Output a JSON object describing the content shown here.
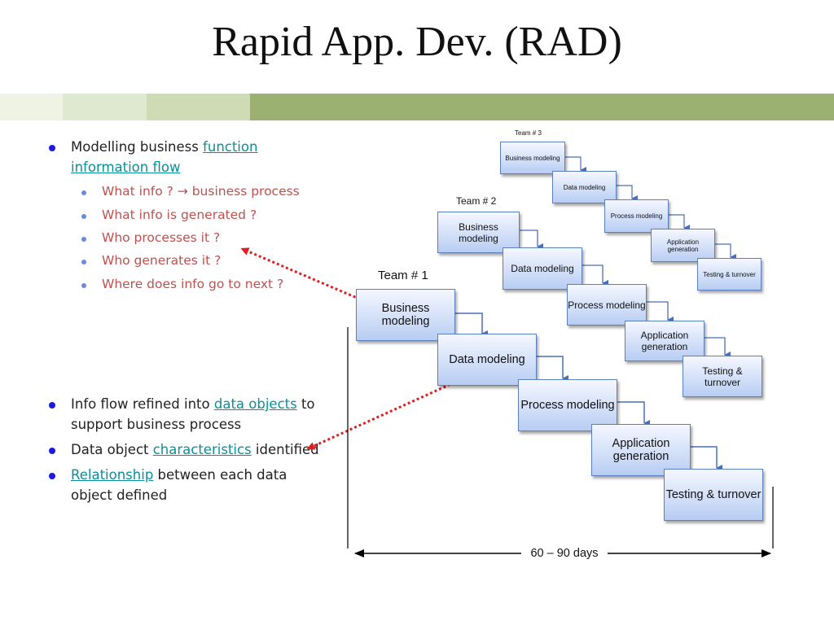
{
  "title": "Rapid App. Dev. (RAD)",
  "bullets_top": {
    "main_prefix": "Modelling business ",
    "main_link_line1": "function",
    "main_link_line2": "information flow",
    "subitems": [
      "What info ? → business process",
      "What info is generated ?",
      "Who processes it ?",
      "Who generates it ?",
      "Where does info go to next ?"
    ]
  },
  "bullets_bottom": {
    "b1_prefix": "Info flow refined into ",
    "b1_link": "data objects",
    "b1_suffix_line1": " to",
    "b1_line2": "support business process",
    "b2_prefix": "Data object ",
    "b2_link": "characteristics",
    "b2_suffix": " identified",
    "b3_link": "Relationship",
    "b3_suffix": " between each data",
    "b3_line2": "object defined"
  },
  "diagram": {
    "team1": {
      "label": "Team # 1",
      "steps": [
        "Business modeling",
        "Data modeling",
        "Process modeling",
        "Application generation",
        "Testing & turnover"
      ]
    },
    "team2": {
      "label": "Team # 2",
      "steps": [
        "Business modeling",
        "Data modeling",
        "Process modeling",
        "Application generation",
        "Testing & turnover"
      ]
    },
    "team3": {
      "label": "Team # 3",
      "steps": [
        "Business modeling",
        "Data modeling",
        "Process modeling",
        "Application generation",
        "Testing & turnover"
      ]
    },
    "duration_label": "60 – 90 days"
  },
  "colors": {
    "accent_green": "#9bb172",
    "link_teal": "#0a8f9a",
    "question_red": "#c0504d",
    "box_border": "#5b7fbf",
    "connector_red": "#e02020"
  }
}
